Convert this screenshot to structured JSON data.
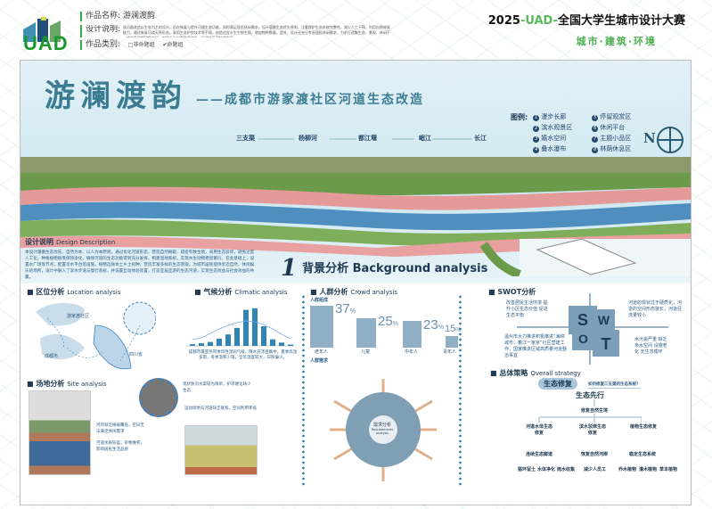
{
  "header": {
    "logo_text": "UAD",
    "work_name_label": "作品名称:",
    "work_name": "游澜渡韵",
    "design_label": "设计说明:",
    "design_text": "该河道改造以生态为主的设计，旨在恢复与提升河道生态功能，同时满足居民休闲需求。设计遵循生态优先原则，注重保护生态系统完整性，减少人工干预，利用自然修复能力，通过恢复河道天然形态。采用生态护岸技术等手段，创造适宜水生生物生境，增加物种数量。此外，设计还充分考虑居民休闲需求，力求打造集生态、景观、休闲于一体的多功能绿色空间，实现人与自然和谐共处，促进社区可持续发展。",
    "category_label": "作品类别:",
    "category_options": [
      "□非命题组",
      "✔命题组"
    ],
    "competition_year": "2025",
    "competition_mid": "-UAD-",
    "competition_name": "全国大学生城市设计大赛",
    "competition_sub": "城市·建筑·环境"
  },
  "hero": {
    "title": "游澜渡韵",
    "subtitle": "——成都市游家渡社区河道生态改造",
    "flow": [
      "三支渠",
      "杨柳河",
      "都江堰",
      "岷江",
      "长江"
    ],
    "legend_label": "图例:",
    "legend": [
      {
        "n": "1",
        "t": "漫步长廊"
      },
      {
        "n": "5",
        "t": "停留观赏区"
      },
      {
        "n": "2",
        "t": "滨水观景区"
      },
      {
        "n": "6",
        "t": "休闲平台"
      },
      {
        "n": "3",
        "t": "嬉水空间"
      },
      {
        "n": "7",
        "t": "主题小品区"
      },
      {
        "n": "4",
        "t": "叠水瀑布"
      },
      {
        "n": "8",
        "t": "林荫休息区"
      }
    ],
    "north": "N"
  },
  "design_desc": {
    "title": "设计说明",
    "title_en": "Design Description",
    "text": "本设计遵循生态优先、自然为本、以人为本原则，通过优化河道形态，营造自然蜿蜒、疏密有致生境，采用生态驳岸，避免过度人工化，种植植物群落保持净化，确保河道的生态功能得到充分发挥。构建湿地系统，实现水生动物栖息繁衍。在此基础上，设置水广场等节点，配置亲水平台等设施，植物选择本土乡土树种，营造丰富多样的生态景观，为城市居民提供亲近自然、休闲娱乐的场所，设计中融入了滨水步道与慢行系统，并设置互动体验装置，打造宜居宜游的生态河道，实现生态效益与社会效益的共赢。"
  },
  "background": {
    "num": "1",
    "title": "背景分析",
    "title_en": "Background analysis"
  },
  "location": {
    "title": "区位分析",
    "title_en": "Location analysis",
    "labels": [
      "四川省",
      "成都市",
      "游家渡社区"
    ]
  },
  "climate": {
    "title": "气候分析",
    "title_en": "Climatic analysis",
    "chart_data": {
      "type": "bar",
      "categories": [
        "1",
        "2",
        "3",
        "4",
        "5",
        "6",
        "7",
        "8",
        "9",
        "10",
        "11",
        "12"
      ],
      "values": [
        5,
        8,
        12,
        22,
        35,
        55,
        110,
        115,
        60,
        20,
        10,
        4
      ],
      "line": [
        5,
        7,
        12,
        17,
        21,
        24,
        26,
        25,
        22,
        17,
        11,
        6
      ]
    },
    "text": "成都市属亚热带季风性湿润气候，降水充沛且集中，夏季高温多雨，冬季温和少雨，全年湿度较大，日照偏少。"
  },
  "site": {
    "title": "场地分析",
    "title_en": "Site analysis",
    "notes": [
      "河岸缺乏植被覆盖，空间无法满足休闲需求",
      "河道水质较差，杂物堆积，影响居民生活品质",
      "现状防汛水渠较为简单，护岸硬化缺少生态",
      "运动场地与河道缺乏联系，空间利用率低"
    ]
  },
  "crowd": {
    "title": "人群分析",
    "title_en": "Crowd analysis",
    "composition_label": "人群组成",
    "needs_label": "人群需求",
    "groups": [
      {
        "name": "老年人",
        "pct": "37"
      },
      {
        "name": "儿童",
        "pct": "25"
      },
      {
        "name": "中年人",
        "pct": "23"
      },
      {
        "name": "青年人",
        "pct": "15"
      }
    ],
    "pct_sign": "%",
    "center": "需求分析",
    "center_en": "Requirements analysis"
  },
  "swot": {
    "title": "SWOT分析",
    "S": "S",
    "W": "W",
    "O": "O",
    "T": "T",
    "s_text": "改善居民生活环境 提升小区生态价值 促进生态平衡",
    "w_text": "河道的现状过于硬质化，河道的空间形态狭长，河道径流量较小",
    "o_text": "温州市大力推进积极推进“海绵城市，蓄江一家亲”社区营建工作，国家推进区域高质量河道整治事宜",
    "t_text": "水污染严重 缺乏亲水空间 设施老化 无生态循环"
  },
  "strategy": {
    "title": "总体策略",
    "title_en": "Overall strategy",
    "pill": "生态修复",
    "question": "如何修复三支渠的生态系统？",
    "root": "生态先行",
    "level1": "修复自然生境",
    "branches": [
      "河道水体生态修复",
      "滨水驳岸生态修复",
      "植物生态修复"
    ],
    "results": [
      "连续生态廊道",
      "恢复自然河岸",
      "稳定生态系统"
    ],
    "leaves": [
      [
        "循环留土",
        "水体净化",
        "雨水收集"
      ],
      [
        "减少人员工"
      ],
      [
        "乔木植物",
        "灌木植物",
        "草本植物"
      ]
    ]
  }
}
